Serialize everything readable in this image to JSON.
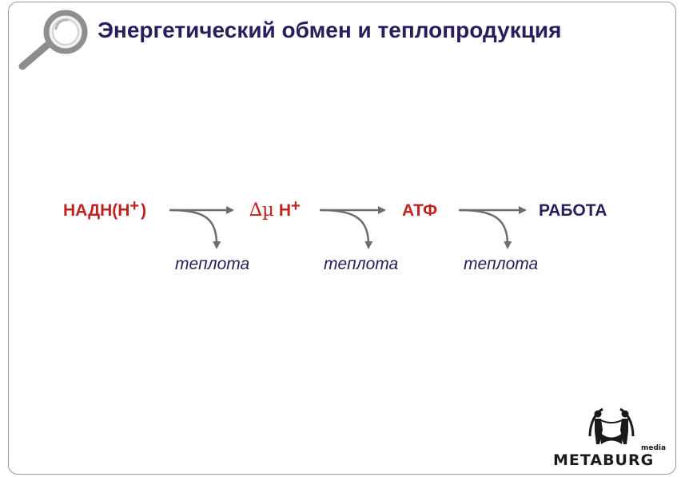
{
  "header": {
    "title": "Энергетический обмен и теплопродукция",
    "icon": "magnifier-icon"
  },
  "flow": {
    "nodes": [
      {
        "label": "НАДН(Н",
        "sup": "+",
        "tail": ")"
      },
      {
        "label": "∆µ",
        "label2": "Н",
        "sup": "+"
      },
      {
        "label": "АТФ"
      },
      {
        "label": "РАБОТА"
      }
    ],
    "heat_labels": [
      "теплота",
      "теплота",
      "теплота"
    ]
  },
  "logo": {
    "word": "METABURG",
    "sub": "media"
  },
  "colors": {
    "title": "#2b1d5c",
    "red": "#c0231e",
    "navy": "#23205a",
    "arrow": "#6d6d6d"
  }
}
